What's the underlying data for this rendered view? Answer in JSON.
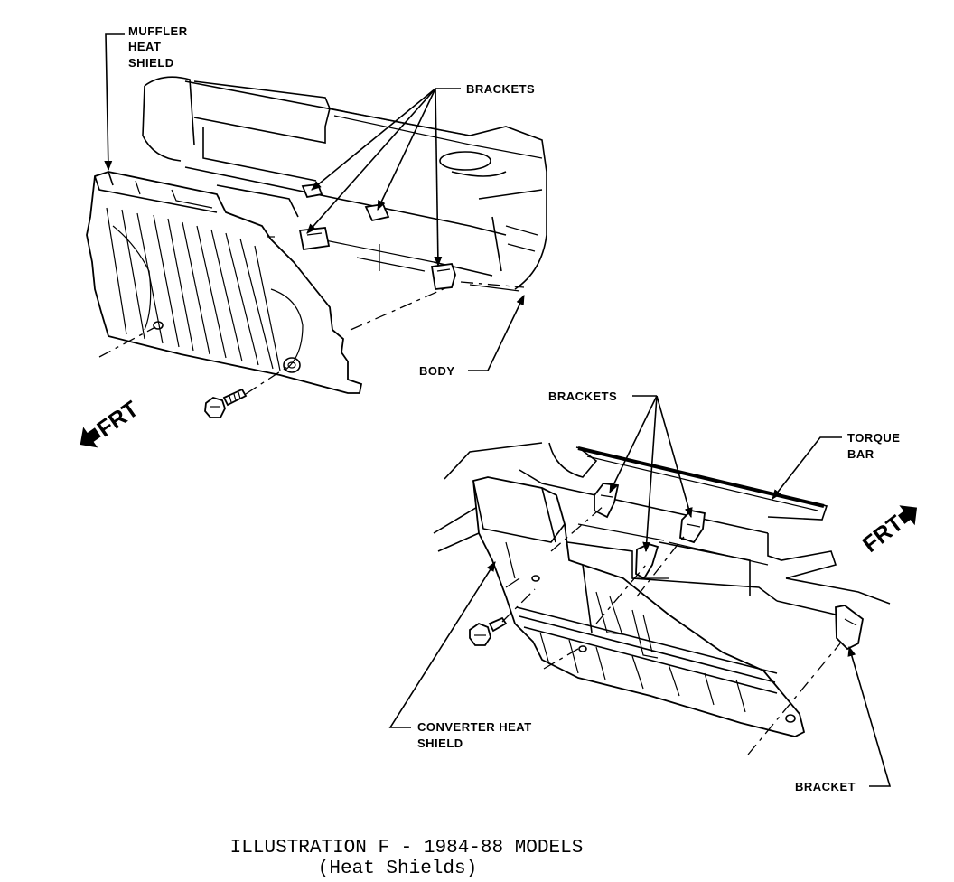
{
  "labels": {
    "muffler_heat_shield": [
      "MUFFLER",
      "HEAT",
      "SHIELD"
    ],
    "brackets_top": "BRACKETS",
    "body": "BODY",
    "frt_left": "FRT",
    "brackets_mid": "BRACKETS",
    "torque_bar": [
      "TORQUE",
      "BAR"
    ],
    "frt_right": "FRT",
    "converter_heat_shield": [
      "CONVERTER HEAT",
      "SHIELD"
    ],
    "bracket": "BRACKET"
  },
  "caption": {
    "line1": "ILLUSTRATION F - 1984-88 MODELS",
    "line2": "(Heat Shields)"
  }
}
